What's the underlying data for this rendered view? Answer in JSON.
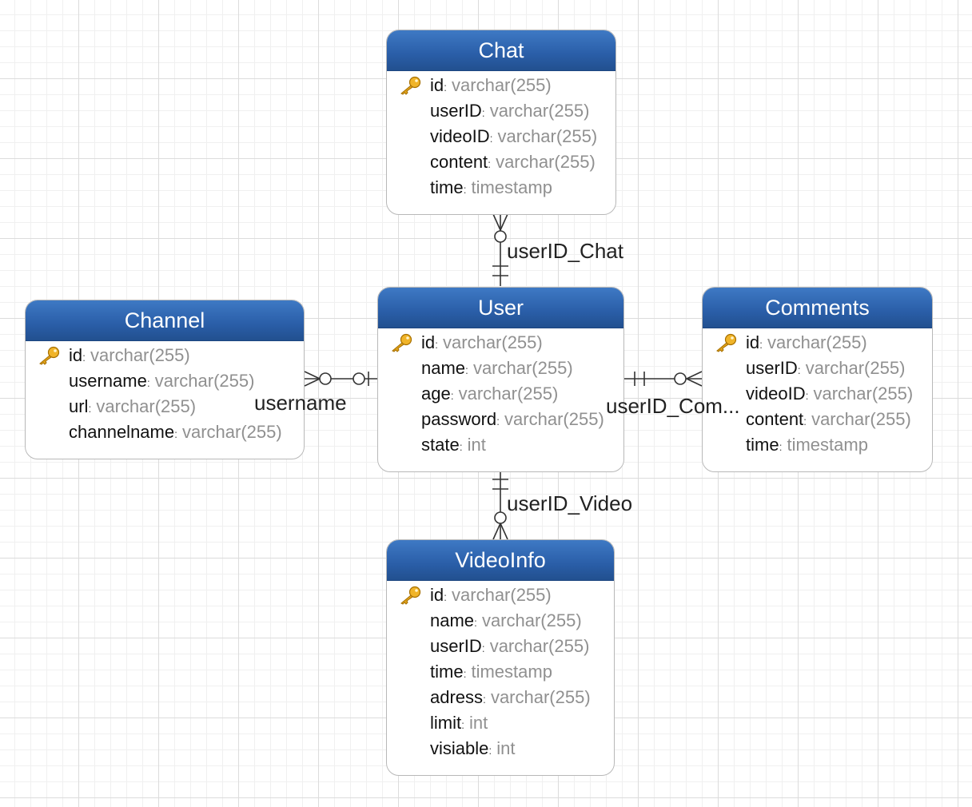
{
  "colors": {
    "header_gradient_top": "#3e79c4",
    "header_gradient_bottom": "#22508f",
    "field_name": "#111111",
    "field_type": "#909090",
    "connector": "#333333",
    "key_icon": "#f0b429"
  },
  "entities": {
    "chat": {
      "title": "Chat",
      "fields": [
        {
          "name": "id",
          "type": "varchar(255)",
          "pk": true
        },
        {
          "name": "userID",
          "type": "varchar(255)"
        },
        {
          "name": "videoID",
          "type": "varchar(255)"
        },
        {
          "name": "content",
          "type": "varchar(255)"
        },
        {
          "name": "time",
          "type": "timestamp"
        }
      ]
    },
    "user": {
      "title": "User",
      "fields": [
        {
          "name": "id",
          "type": "varchar(255)",
          "pk": true
        },
        {
          "name": "name",
          "type": "varchar(255)"
        },
        {
          "name": "age",
          "type": "varchar(255)"
        },
        {
          "name": "password",
          "type": "varchar(255)"
        },
        {
          "name": "state",
          "type": "int"
        }
      ]
    },
    "channel": {
      "title": "Channel",
      "fields": [
        {
          "name": "id",
          "type": "varchar(255)",
          "pk": true
        },
        {
          "name": "username",
          "type": "varchar(255)"
        },
        {
          "name": "url",
          "type": "varchar(255)"
        },
        {
          "name": "channelname",
          "type": "varchar(255)"
        }
      ]
    },
    "comments": {
      "title": "Comments",
      "fields": [
        {
          "name": "id",
          "type": "varchar(255)",
          "pk": true
        },
        {
          "name": "userID",
          "type": "varchar(255)"
        },
        {
          "name": "videoID",
          "type": "varchar(255)"
        },
        {
          "name": "content",
          "type": "varchar(255)"
        },
        {
          "name": "time",
          "type": "timestamp"
        }
      ]
    },
    "videoinfo": {
      "title": "VideoInfo",
      "fields": [
        {
          "name": "id",
          "type": "varchar(255)",
          "pk": true
        },
        {
          "name": "name",
          "type": "varchar(255)"
        },
        {
          "name": "userID",
          "type": "varchar(255)"
        },
        {
          "name": "time",
          "type": "timestamp"
        },
        {
          "name": "adress",
          "type": "varchar(255)"
        },
        {
          "name": "limit",
          "type": "int"
        },
        {
          "name": "visiable",
          "type": "int"
        }
      ]
    }
  },
  "relationships": {
    "chat_user": {
      "label": "userID_Chat",
      "from": "User",
      "to": "Chat",
      "from_end": "one-and-only-one",
      "to_end": "zero-or-many"
    },
    "channel_user": {
      "label": "username",
      "from": "User",
      "to": "Channel",
      "from_end": "zero-or-one",
      "to_end": "zero-or-many"
    },
    "comments_user": {
      "label": "userID_Com...",
      "from": "User",
      "to": "Comments",
      "from_end": "one-and-only-one",
      "to_end": "zero-or-many"
    },
    "video_user": {
      "label": "userID_Video",
      "from": "User",
      "to": "VideoInfo",
      "from_end": "one-and-only-one",
      "to_end": "zero-or-many"
    }
  }
}
